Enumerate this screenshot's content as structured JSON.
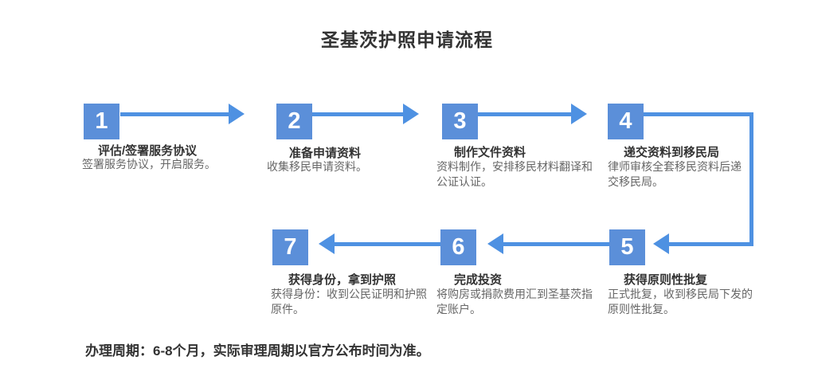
{
  "title": "圣基茨护照申请流程",
  "note": "办理周期：6-8个月，实际审理周期以官方公布时间为准。",
  "colors": {
    "step_box": "#5B8FD9",
    "arrow": "#4E91E2",
    "heading_text": "#333333",
    "description_text": "#666666",
    "background": "#FFFFFF"
  },
  "steps": [
    {
      "number": "1",
      "title": "评估/签署服务协议",
      "desc": "签署服务协议，开启服务。"
    },
    {
      "number": "2",
      "title": "准备申请资料",
      "desc": "收集移民申请资料。"
    },
    {
      "number": "3",
      "title": "制作文件资料",
      "desc": "资料制作，安排移民材料翻译和\n公证认证。"
    },
    {
      "number": "4",
      "title": "递交资料到移民局",
      "desc": "律师审核全套移民资料后递\n交移民局。"
    },
    {
      "number": "5",
      "title": "获得原则性批复",
      "desc": "正式批复，收到移民局下发的\n原则性批复。"
    },
    {
      "number": "6",
      "title": "完成投资",
      "desc": "将购房或捐款费用汇到圣基茨指\n定账户。"
    },
    {
      "number": "7",
      "title": "获得身份，拿到护照",
      "desc": "获得身份：收到公民证明和护照\n原件。"
    }
  ]
}
